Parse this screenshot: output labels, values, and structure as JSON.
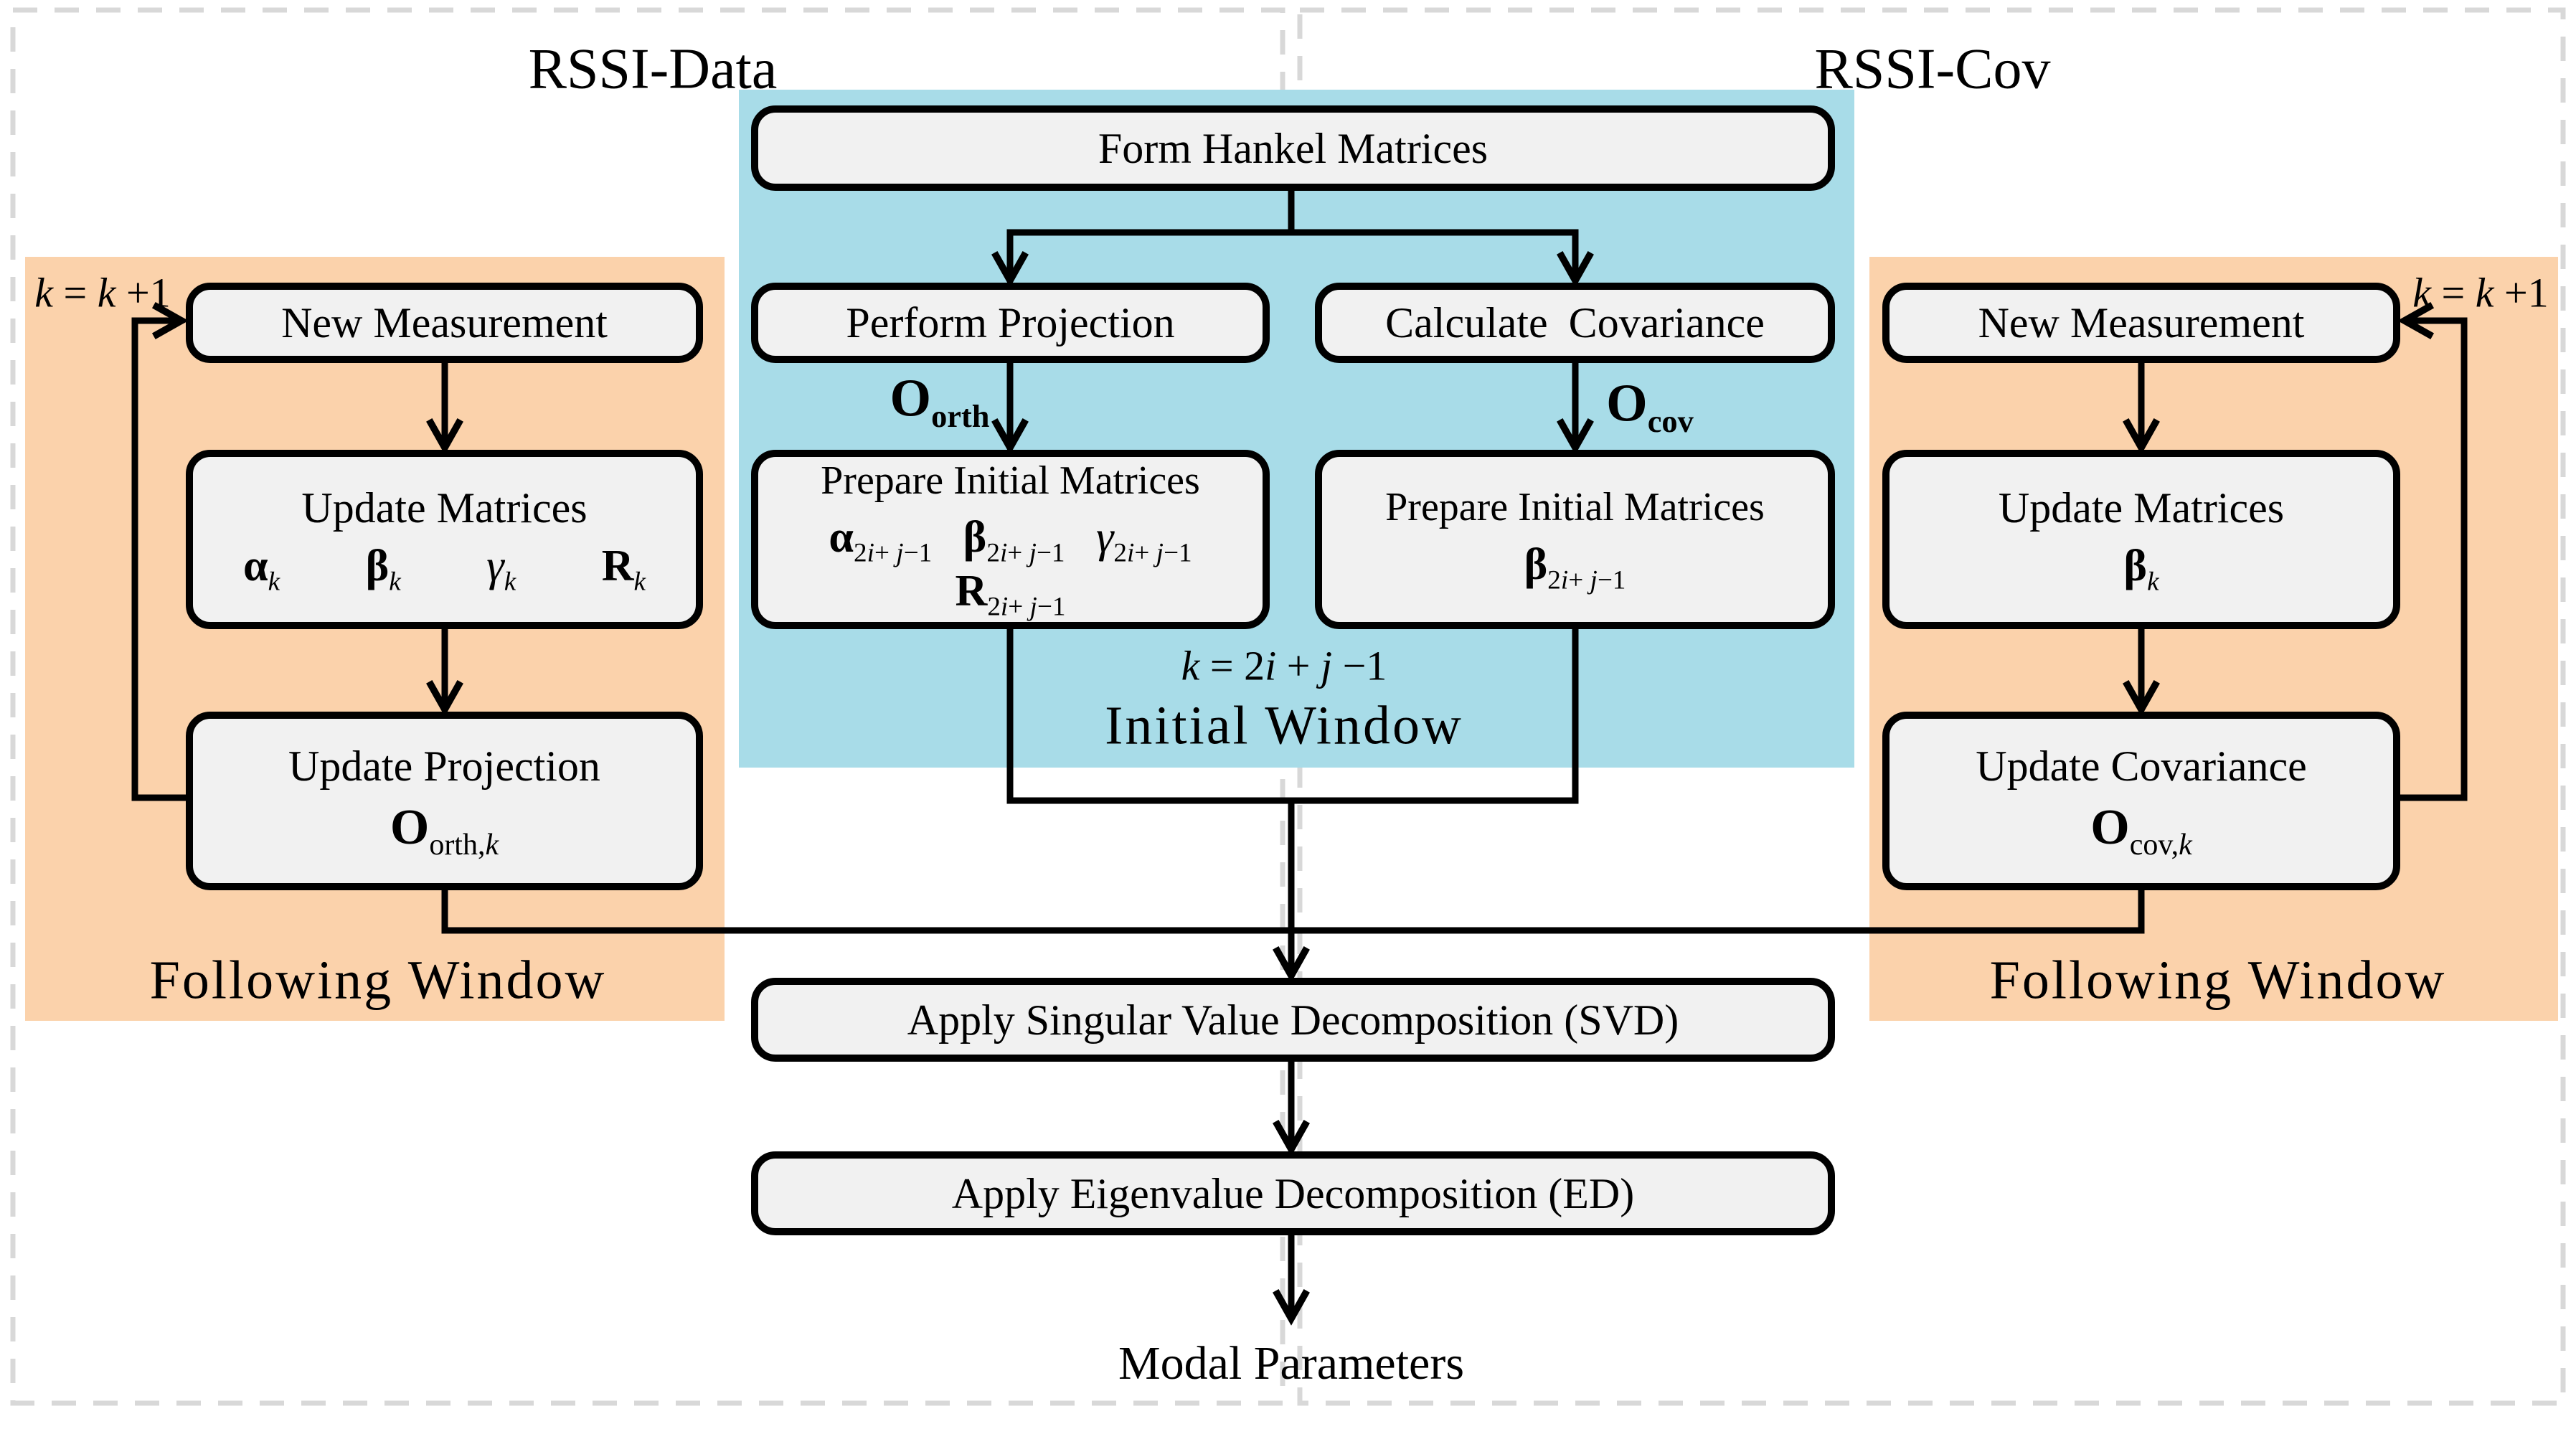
{
  "colors": {
    "initial_window_bg": "#a8dce8",
    "following_window_bg": "#fbd2ab",
    "node_fill": "#f1f1f1",
    "node_border": "#000000",
    "dashed_border": "#d8d8d8"
  },
  "titles": {
    "left": "RSSI-Data",
    "right": "RSSI-Cov"
  },
  "windows": {
    "initial": "Initial Window",
    "following_left": "Following Window",
    "following_right": "Following Window"
  },
  "nodes": {
    "form_hankel": "Form Hankel Matrices",
    "perform_projection": "Perform Projection",
    "calculate_covariance": "Calculate Covariance",
    "prepare_initial_left": "Prepare Initial Matrices",
    "prepare_initial_right": "Prepare Initial Matrices",
    "new_measurement_left": "New Measurement",
    "new_measurement_right": "New Measurement",
    "update_matrices_left": "Update Matrices",
    "update_matrices_right": "Update Matrices",
    "update_projection": "Update Projection",
    "update_covariance": "Update Covariance",
    "apply_svd": "Apply Singular Value Decomposition (SVD)",
    "apply_ed": "Apply Eigenvalue Decomposition (ED)",
    "modal_parameters": "Modal Parameters"
  },
  "math": {
    "k_increment_left": [
      {
        "t": "k",
        "i": true
      },
      {
        "t": " = "
      },
      {
        "t": "k",
        "i": true
      },
      {
        "t": " +1"
      }
    ],
    "k_increment_right": [
      {
        "t": "k",
        "i": true
      },
      {
        "t": " = "
      },
      {
        "t": "k",
        "i": true
      },
      {
        "t": " +1"
      }
    ],
    "k_initial": [
      {
        "t": "k",
        "i": true
      },
      {
        "t": " = 2"
      },
      {
        "t": "i",
        "i": true
      },
      {
        "t": " + "
      },
      {
        "t": "j",
        "i": true
      },
      {
        "t": " −1"
      }
    ],
    "sub_init": [
      {
        "t": "2"
      },
      {
        "t": "i",
        "i": true
      },
      {
        "t": "+ "
      },
      {
        "t": "j",
        "i": true
      },
      {
        "t": "−1"
      }
    ],
    "sub_k": [
      {
        "t": "k",
        "i": true
      }
    ],
    "alpha": "α",
    "beta": "β",
    "gamma": "γ",
    "r": "R",
    "o_orth": {
      "base": "O",
      "sub": [
        {
          "t": "orth"
        }
      ]
    },
    "o_cov": {
      "base": "O",
      "sub": [
        {
          "t": "cov"
        }
      ]
    },
    "o_orth_k": {
      "base": "O",
      "sub": [
        {
          "t": "orth,"
        },
        {
          "t": "k",
          "i": true
        }
      ]
    },
    "o_cov_k": {
      "base": "O",
      "sub": [
        {
          "t": "cov,"
        },
        {
          "t": "k",
          "i": true
        }
      ]
    }
  }
}
